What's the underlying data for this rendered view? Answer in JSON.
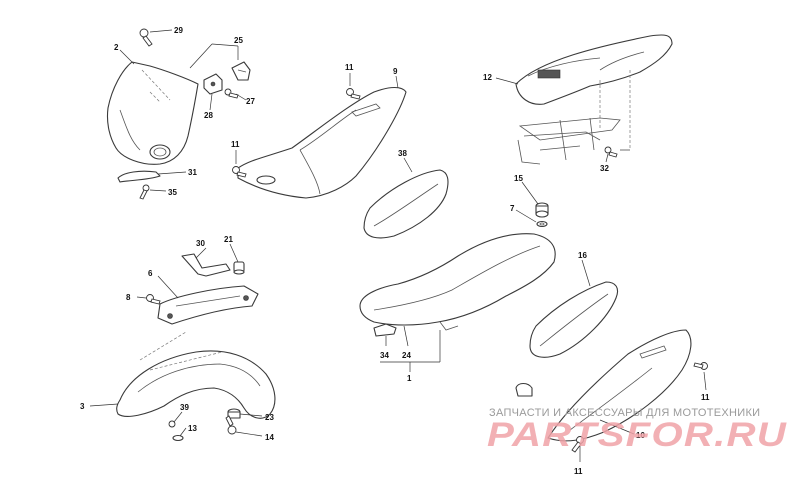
{
  "callouts": {
    "c29": "29",
    "c2": "2",
    "c25": "25",
    "c28": "28",
    "c27": "27",
    "c31": "31",
    "c35": "35",
    "c11a": "11",
    "c9": "9",
    "c11b": "11",
    "c38": "38",
    "c12": "12",
    "c32": "32",
    "c15": "15",
    "c7": "7",
    "c16": "16",
    "c30": "30",
    "c21": "21",
    "c6": "6",
    "c8": "8",
    "c3": "3",
    "c39": "39",
    "c13": "13",
    "c23": "23",
    "c14": "14",
    "c34": "34",
    "c24": "24",
    "c1": "1",
    "c11c": "11",
    "c10": "10",
    "c11d": "11"
  },
  "watermark": {
    "caption": "ЗАПЧАСТИ И АКСЕССУАРЫ ДЛЯ МОТОТЕХНИКИ",
    "logo": "PARTSFOR.RU"
  }
}
